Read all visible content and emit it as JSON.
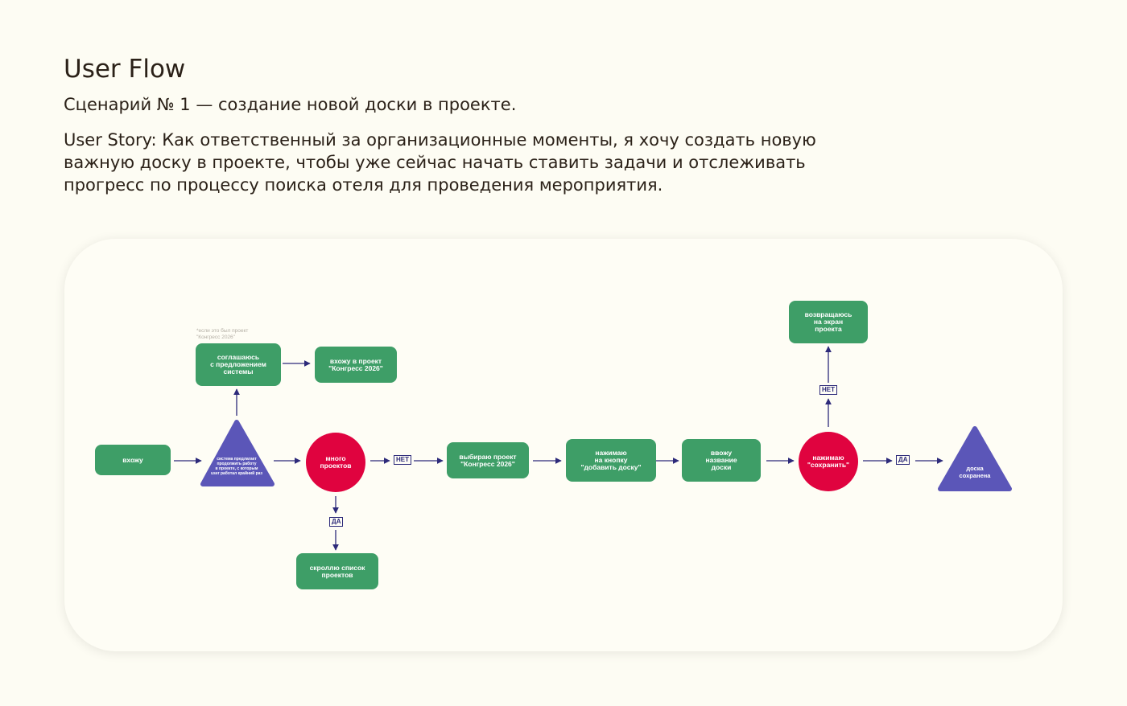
{
  "header": {
    "title": "User Flow",
    "scenario": "Сценарий № 1 — создание новой доски в проекте.",
    "story": "User Story: Как ответственный за организационные моменты, я хочу создать новую важную доску в проекте, чтобы уже сейчас начать ставить задачи и отслеживать прогресс по процессу поиска отеля для проведения мероприятия."
  },
  "diagram": {
    "colors": {
      "action": "#3e9e67",
      "decision": "#e0033f",
      "system": "#5b56b8",
      "arrow": "#2d2a7a"
    },
    "note": "*если это был проект\n\"Конгресс 2026\"",
    "nodes": {
      "enter": "вхожу",
      "system_offer": "система предлагает\nпродолжить работу\nв проекте, с которым\nuser работал крайний раз",
      "agree": "соглашаюсь\nс предложением\nсистемы",
      "enter_project": "вхожу в проект\n\"Конгресс 2026\"",
      "many_projects": "много\nпроектов",
      "scroll_list": "скроллю список\nпроектов",
      "choose_project": "выбираю проект\n\"Конгресс 2026\"",
      "press_add": "нажимаю\nна кнопку\n\"добавить доску\"",
      "enter_name": "ввожу\nназвание\nдоски",
      "press_save": "нажимаю\n\"сохранить\"",
      "return_screen": "возвращаюсь\nна экран\nпроекта",
      "board_saved": "доска\nсохранена"
    },
    "tags": {
      "no_1": "НЕТ",
      "yes_1": "ДА",
      "yes_2": "ДА",
      "no_2": "НЕТ"
    }
  }
}
